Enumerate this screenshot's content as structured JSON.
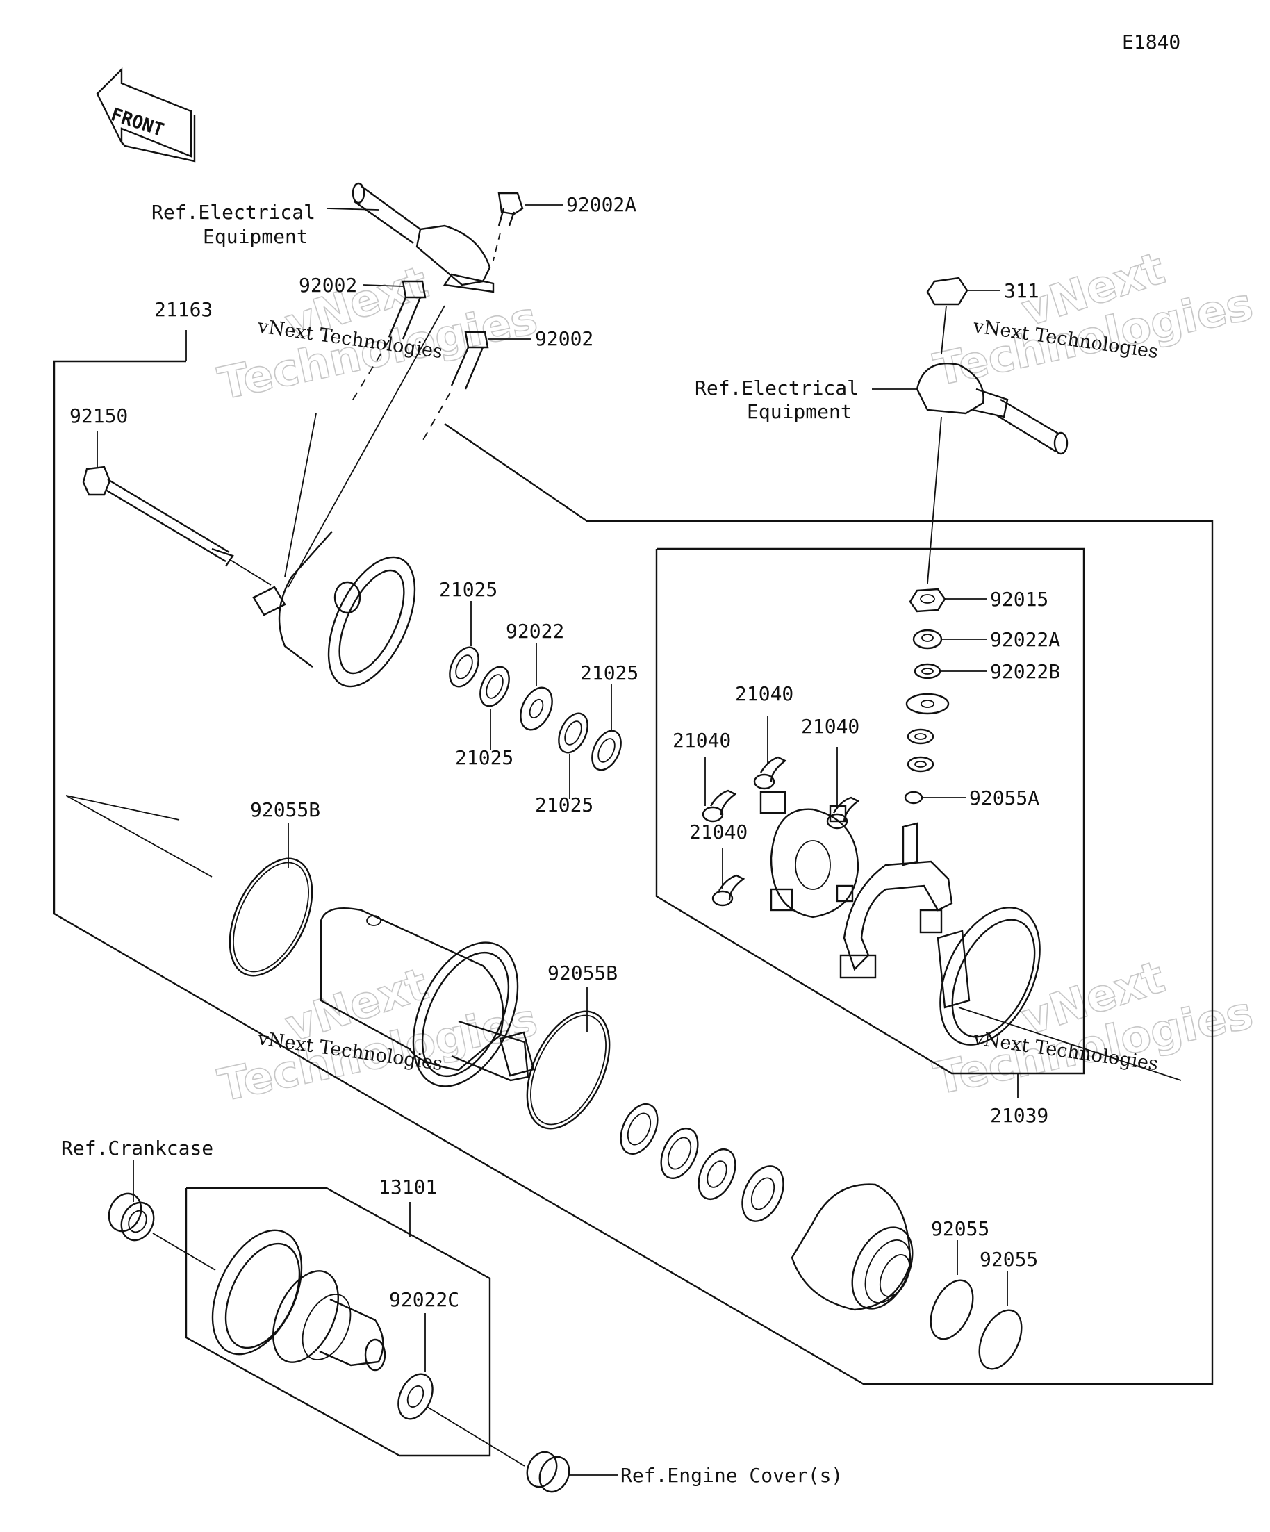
{
  "diagram_code": "E1840",
  "front_arrow": {
    "label": "FRONT",
    "icon": "front-arrow-icon"
  },
  "part_numbers": {
    "p92002A": "92002A",
    "p92002_left": "92002",
    "p92002_right": "92002",
    "p21163": "21163",
    "p92150": "92150",
    "p311": "311",
    "p92015": "92015",
    "p92022A": "92022A",
    "p92022B": "92022B",
    "p92055A": "92055A",
    "p21025_a": "21025",
    "p21025_b": "21025",
    "p21025_c": "21025",
    "p21025_d": "21025",
    "p92022": "92022",
    "p21040_a": "21040",
    "p21040_b": "21040",
    "p21040_c": "21040",
    "p21040_d": "21040",
    "p92055B_left": "92055B",
    "p92055B_right": "92055B",
    "p21039": "21039",
    "p13101": "13101",
    "p92022C": "92022C",
    "p92055_a": "92055",
    "p92055_b": "92055"
  },
  "references": {
    "electrical_left_line1": "Ref.Electrical",
    "electrical_left_line2": "Equipment",
    "electrical_right_line1": "Ref.Electrical",
    "electrical_right_line2": "Equipment",
    "crankcase": "Ref.Crankcase",
    "engine_cover": "Ref.Engine Cover(s)"
  },
  "watermark": {
    "line1": "vNext Technologies",
    "outline_top": "vNext",
    "outline_bottom": "Technologies"
  }
}
